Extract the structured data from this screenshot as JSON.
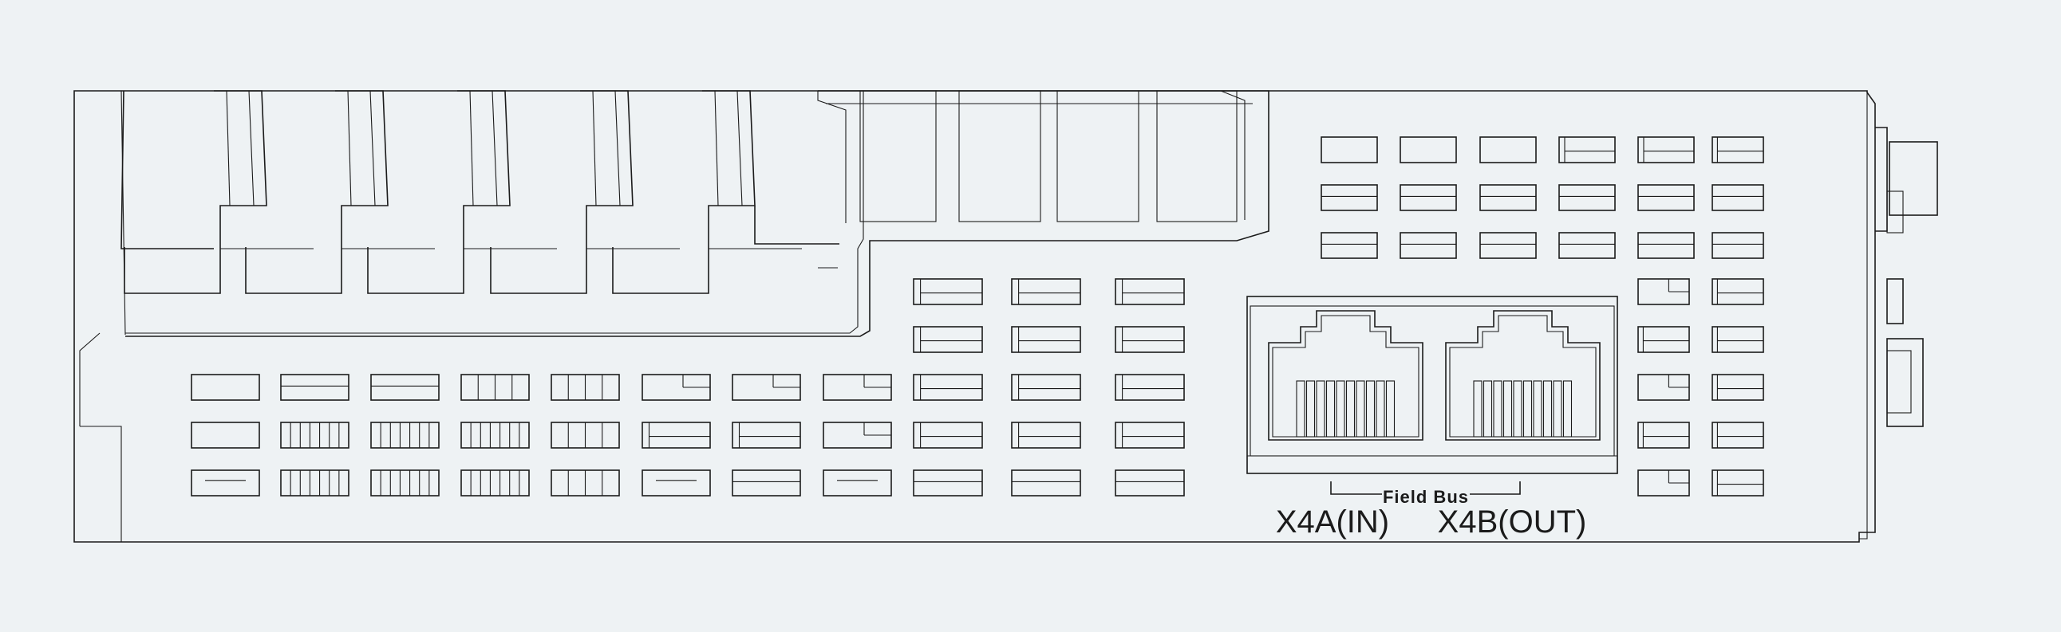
{
  "labels": {
    "field_bus": "Field Bus",
    "port_in": "X4A(IN)",
    "port_out": "X4B(OUT)"
  },
  "colors": {
    "background": "#eef2f4",
    "line": "#1b1b1b"
  }
}
